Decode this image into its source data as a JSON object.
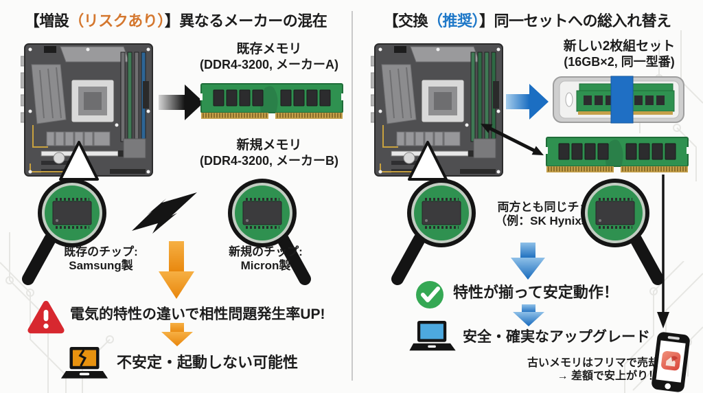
{
  "colors": {
    "accent_orange": "#d4772e",
    "accent_blue": "#1e78c8",
    "warning_red": "#d7282f",
    "success_green": "#35a854",
    "arrow_orange": "#ee9420",
    "arrow_blue": "#1b6ec2",
    "pcb_green": "#2f9150",
    "divider_gray": "#c9c9c9"
  },
  "left": {
    "title": {
      "prefix": "【増設",
      "accent": "（リスクあり）",
      "suffix": "】異なるメーカーの混在"
    },
    "existing_memory_label": {
      "line1": "既存メモリ",
      "line2": "(DDR4-3200, メーカーA)"
    },
    "new_memory_label": {
      "line1": "新規メモリ",
      "line2": "(DDR4-3200, メーカーB)"
    },
    "existing_chip_label": {
      "line1": "既存のチップ:",
      "line2": "Samsung製"
    },
    "new_chip_label": {
      "line1": "新規のチップ:",
      "line2": "Micron製"
    },
    "warning_text": "電気的特性の違いで相性問題発生率UP!",
    "result_text": "不安定・起動しない可能性"
  },
  "right": {
    "title": {
      "prefix": "【交換",
      "accent": "（推奨）",
      "suffix": "】同一セットへの総入れ替え"
    },
    "new_set_label": {
      "line1": "新しい2枚組セット",
      "line2": "(16GB×2, 同一型番)"
    },
    "same_chip_label": {
      "line1": "両方とも同じチップ",
      "line2": "（例：SK Hynix製）"
    },
    "stable_text": "特性が揃って安定動作！",
    "upgrade_text": "安全・確実なアップグレード",
    "resale_note": {
      "line1": "古いメモリはフリマで売却",
      "line2": "→ 差額で安上がり！"
    }
  }
}
